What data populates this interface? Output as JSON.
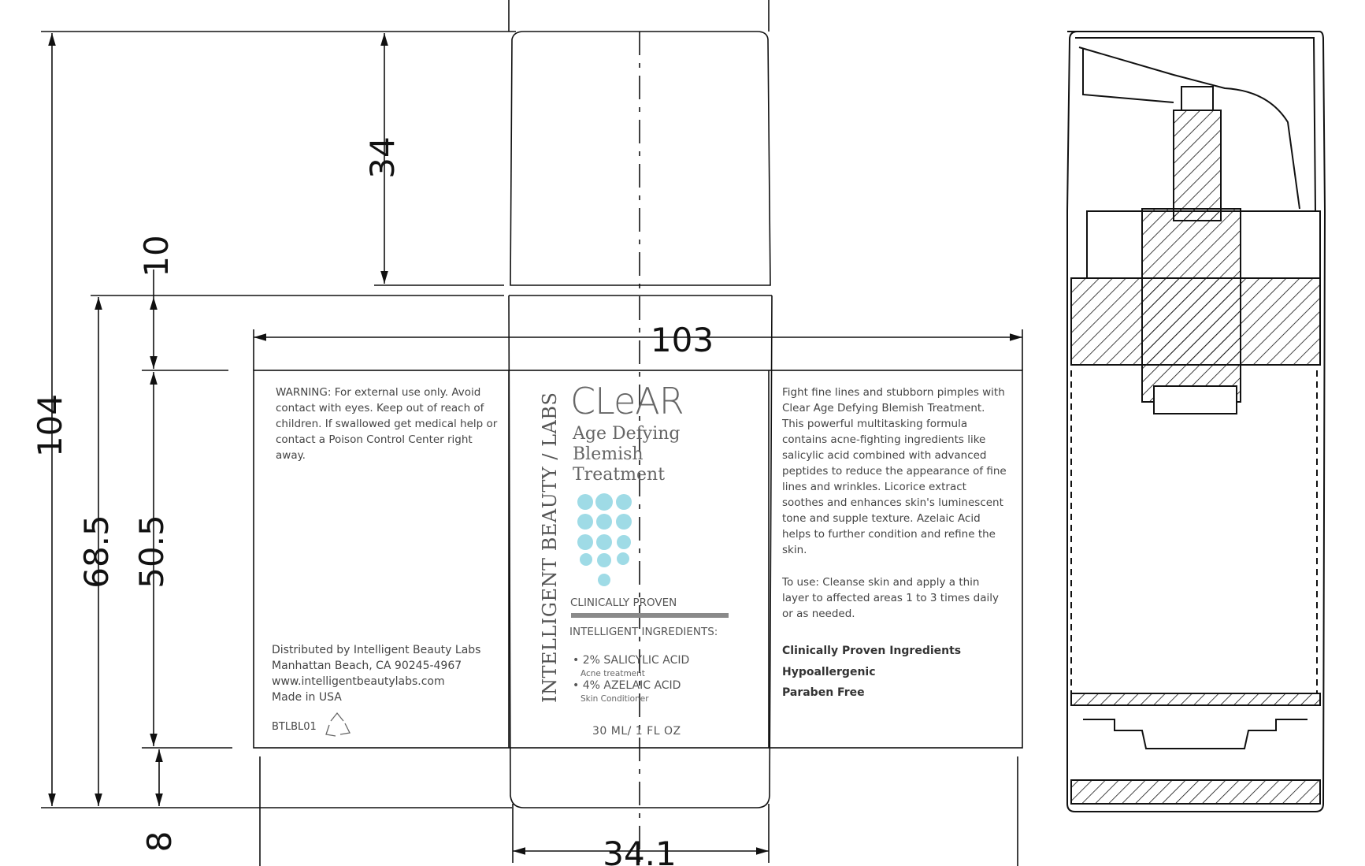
{
  "dimensions": {
    "overall_height": "104",
    "body_height": "68.5",
    "label_height": "50.5",
    "cap_height": "34",
    "shoulder_gap": "10",
    "base_gap": "8",
    "label_width": "103",
    "diameter": "34.1"
  },
  "label": {
    "warning": "WARNING: For external use only. Avoid contact with eyes. Keep out of reach of children. If swallowed get medical help or contact a Poison Control Center right away.",
    "distributor_lines": [
      "Distributed by Intelligent Beauty Labs",
      "Manhattan Beach, CA  90245-4967",
      "www.intelligentbeautylabs.com",
      "Made in USA"
    ],
    "product_code": "BTLBL01",
    "recycle_icon": "recycle-icon",
    "brand": "INTELLIGENT BEAUTY / LABS",
    "logo": "CLeAR",
    "product_name": "Age Defying Blemish Treatment",
    "clinically_proven": "CLINICALLY PROVEN",
    "ingredients_heading": "INTELLIGENT INGREDIENTS:",
    "ingredients": [
      {
        "name": "2% SALICYLIC ACID",
        "purpose": "Acne treatment"
      },
      {
        "name": "4% AZELAIC ACID",
        "purpose": "Skin Conditioner"
      }
    ],
    "volume": "30 ML/ 1 FL OZ",
    "description": "Fight fine lines and stubborn pimples with Clear Age Defying Blemish Treatment. This powerful multitasking formula contains acne-fighting ingredients like salicylic acid combined with advanced peptides to reduce the appearance of fine lines and wrinkles. Licorice extract soothes and enhances skin's luminescent tone and supple texture. Azelaic Acid helps to further condition and refine the skin.",
    "directions": "To use: Cleanse skin and apply a thin layer to affected areas 1 to 3 times daily or as needed.",
    "claims": [
      "Clinically Proven Ingredients",
      "Hypoallergenic",
      "Paraben Free"
    ]
  },
  "colors": {
    "line": "#111111",
    "dots": "#9fdbe6",
    "bar": "#8a8a8a"
  }
}
